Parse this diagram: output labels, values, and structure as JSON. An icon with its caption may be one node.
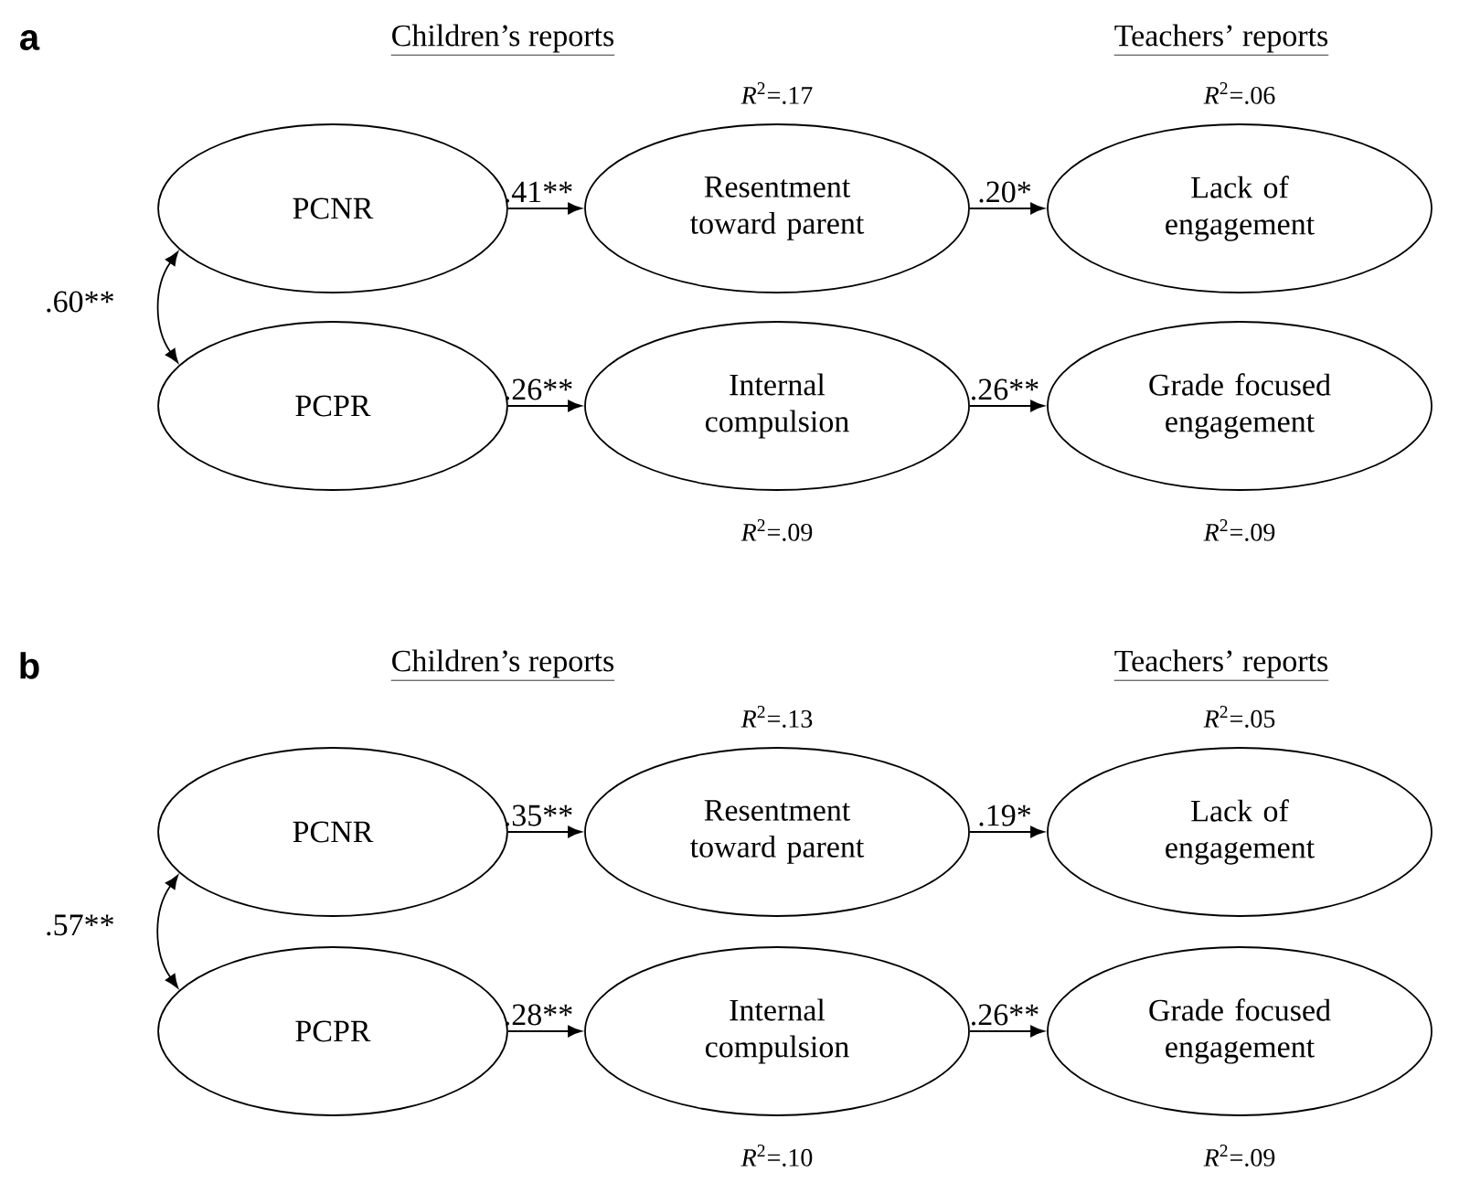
{
  "diagram": {
    "nodes": [
      {
        "text": [
          "PCNR"
        ]
      },
      {
        "text": [
          "Resentment toward parent"
        ],
        "beside": [
          "*R*$^{2}$=.17"
        ]
      },
      {
        "text": [
          "Lack of engagement"
        ],
        "beside": [
          "*R*$^{2}$=.06"
        ]
      },
      {
        "text": [
          "PCPR"
        ]
      },
      {
        "text": [
          "Internal compulsion"
        ],
        "beside": [
          "*R*$^{2}$=.09"
        ]
      },
      {
        "text": [
          "Grade focused engagement"
        ],
        "beside": [
          "*R*$^{2}$=.09"
        ]
      },
      {
        "text": [
          "PCNR"
        ]
      },
      {
        "text": [
          "Resentment toward parent"
        ],
        "beside": [
          "*R*$^{2}$=.13"
        ]
      },
      {
        "text": [
          "Lack of engagement"
        ],
        "beside": [
          "*R*$^{2}$=.05"
        ]
      },
      {
        "text": [
          "PCPR"
        ]
      },
      {
        "text": [
          "Internal compulsion"
        ],
        "beside": [
          "*R*$^{2}$=.10"
        ]
      },
      {
        "text": [
          "Grade focused engagement"
        ],
        "beside": [
          "*R*$^{2}$=.09"
        ]
      }
    ],
    "edges": [
      {
        "from": 0,
        "to": 1,
        "arrow": "to",
        "label": ".41**"
      },
      {
        "from": 1,
        "to": 2,
        "arrow": "to",
        "label": ".20*"
      },
      {
        "from": 3,
        "to": 4,
        "arrow": "to",
        "label": ".26**"
      },
      {
        "from": 4,
        "to": 5,
        "arrow": "to",
        "label": ".26**"
      },
      {
        "from": 0,
        "to": 3,
        "arrow": "both",
        "label": ".60**"
      },
      {
        "from": 6,
        "to": 7,
        "arrow": "to",
        "label": ".35**"
      },
      {
        "from": 7,
        "to": 8,
        "arrow": "to",
        "label": ".19*"
      },
      {
        "from": 9,
        "to": 10,
        "arrow": "to",
        "label": ".28**"
      },
      {
        "from": 10,
        "to": 11,
        "arrow": "to",
        "label": ".26**"
      },
      {
        "from": 6,
        "to": 9,
        "arrow": "both",
        "label": ".57**"
      }
    ],
    "labels": [
      "a",
      "Children’s reports",
      "Teachers’ reports",
      "b",
      "Children’s reports",
      "Teachers’ reports"
    ]
  }
}
